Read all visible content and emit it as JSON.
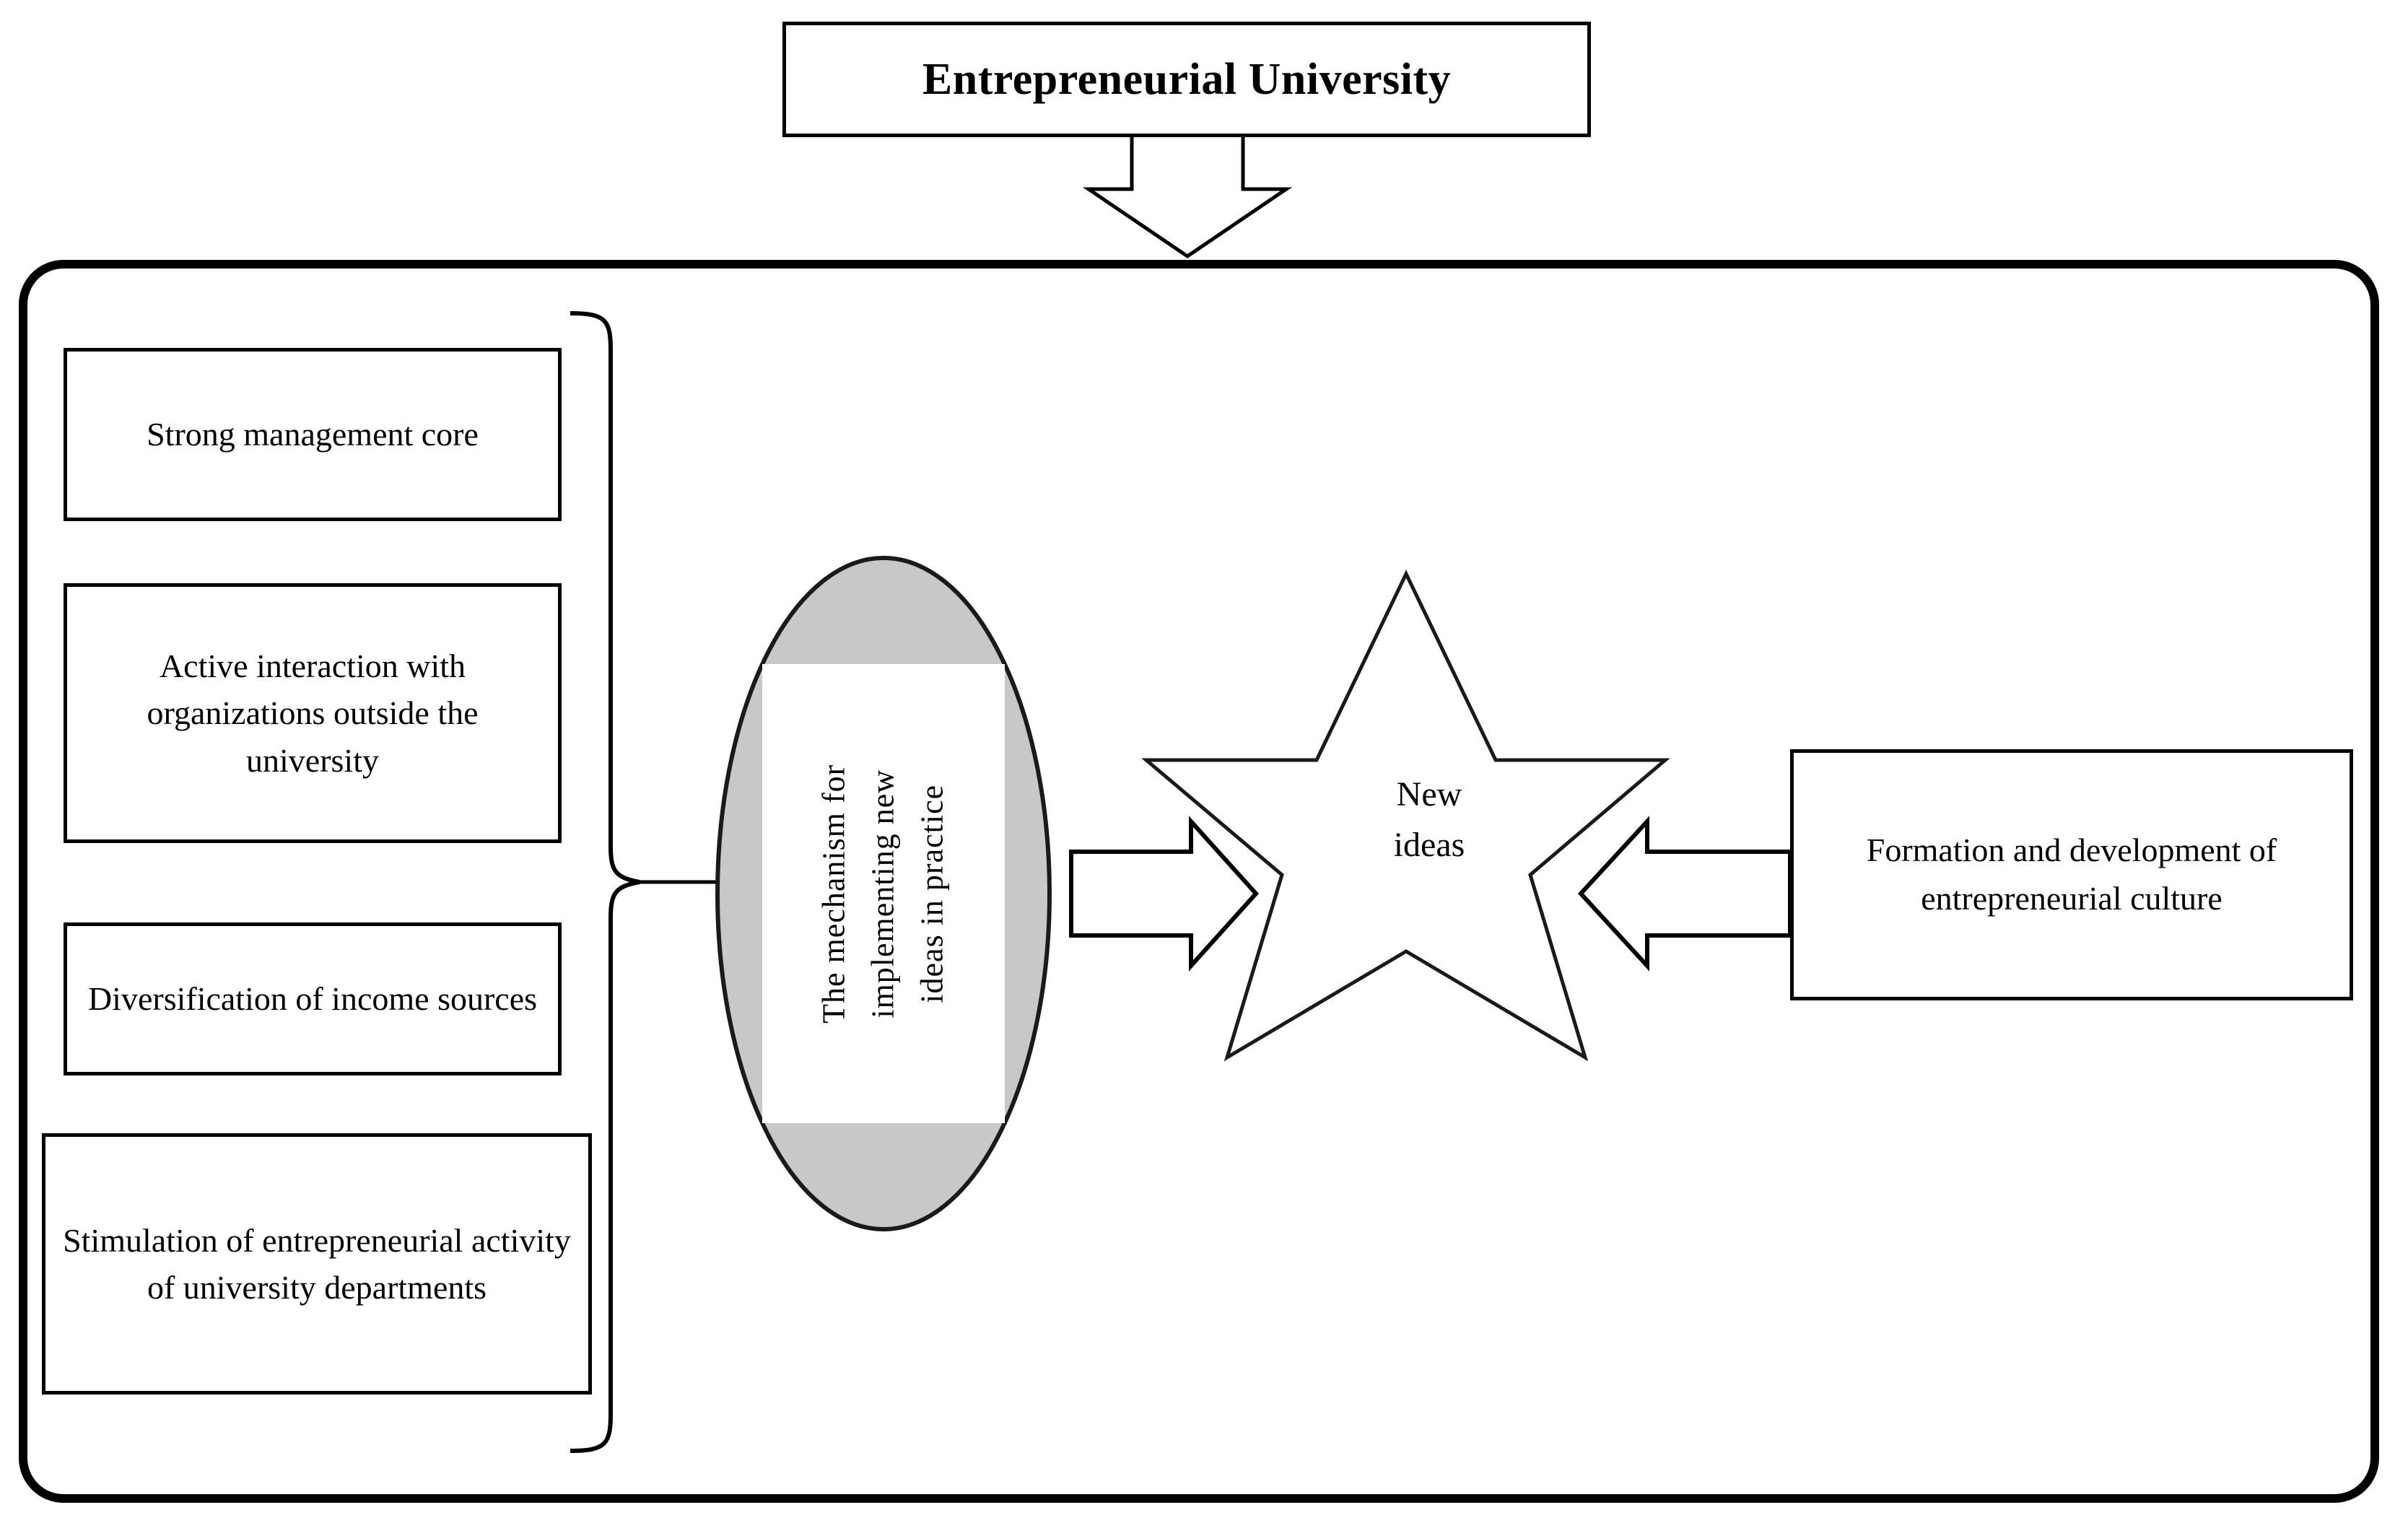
{
  "diagram": {
    "title_box": {
      "label": "Entrepreneurial University"
    },
    "features": [
      {
        "label": "Strong management core"
      },
      {
        "label": "Active interaction with organizations outside the university"
      },
      {
        "label": "Diversification of income sources"
      },
      {
        "label": "Stimulation of entrepreneurial activity of university departments"
      }
    ],
    "mechanism": {
      "line1": "The mechanism for",
      "line2": "implementing new",
      "line3": "ideas in practice",
      "fill_color": "#c8c8c8",
      "inner_color": "#ffffff"
    },
    "star": {
      "line1": "New",
      "line2": "ideas",
      "fill_color": "#ffffff",
      "stroke_color": "#000000"
    },
    "right_box": {
      "label": "Formation and development of entrepreneurial culture"
    },
    "connectors": {
      "top_arrow": "down-arrow-hollow",
      "brace": "right-curly-brace",
      "mechanism_to_star": "right-arrow-hollow",
      "culture_to_star": "left-arrow-hollow"
    },
    "colors": {
      "stroke": "#000000",
      "background": "#ffffff",
      "ellipse_gray": "#c8c8c8"
    }
  }
}
